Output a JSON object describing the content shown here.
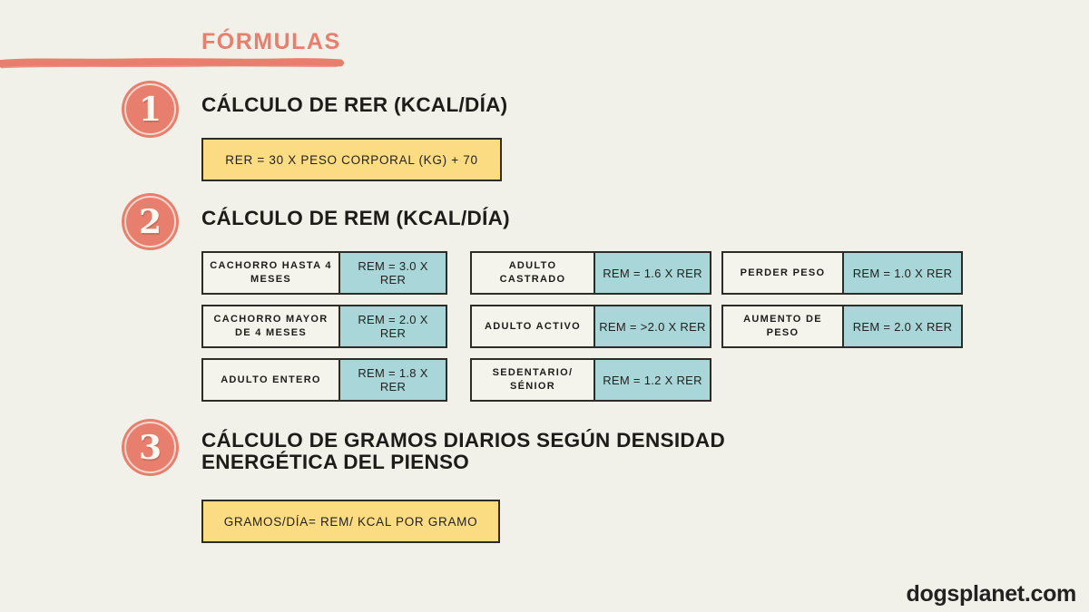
{
  "title": "FÓRMULAS",
  "brand": "dogsplanet.com",
  "colors": {
    "background": "#f1f0e9",
    "coral_accent": "#e87f6e",
    "formula_yellow": "#fbdc82",
    "value_teal": "#a9d6d9",
    "label_cream": "#f4f3ec",
    "text_dark": "#1d1c19",
    "border_dark": "#2e2c26"
  },
  "section_rer": {
    "number": "1",
    "heading": "CÁLCULO DE RER (KCAL/DÍA)",
    "formula": "RER = 30 X PESO CORPORAL (KG) + 70"
  },
  "section_rem": {
    "number": "2",
    "heading": "CÁLCULO DE REM (KCAL/DÍA)",
    "pairs": [
      {
        "label": "CACHORRO HASTA 4 MESES",
        "value": "REM = 3.0 X RER"
      },
      {
        "label": "CACHORRO MAYOR DE 4 MESES",
        "value": "REM = 2.0 X RER"
      },
      {
        "label": "ADULTO ENTERO",
        "value": "REM = 1.8 X RER"
      },
      {
        "label": "ADULTO CASTRADO",
        "value": "REM = 1.6 X RER"
      },
      {
        "label": "ADULTO ACTIVO",
        "value": "REM = >2.0 X RER"
      },
      {
        "label": "SEDENTARIO/ SÉNIOR",
        "value": "REM = 1.2 X RER"
      },
      {
        "label": "PERDER PESO",
        "value": "REM = 1.0 X RER"
      },
      {
        "label": "AUMENTO DE PESO",
        "value": "REM = 2.0 X RER"
      }
    ]
  },
  "section_gramos": {
    "number": "3",
    "heading": "CÁLCULO DE GRAMOS DIARIOS SEGÚN DENSIDAD ENERGÉTICA DEL PIENSO",
    "formula": "GRAMOS/DÍA= REM/ KCAL POR GRAMO"
  }
}
